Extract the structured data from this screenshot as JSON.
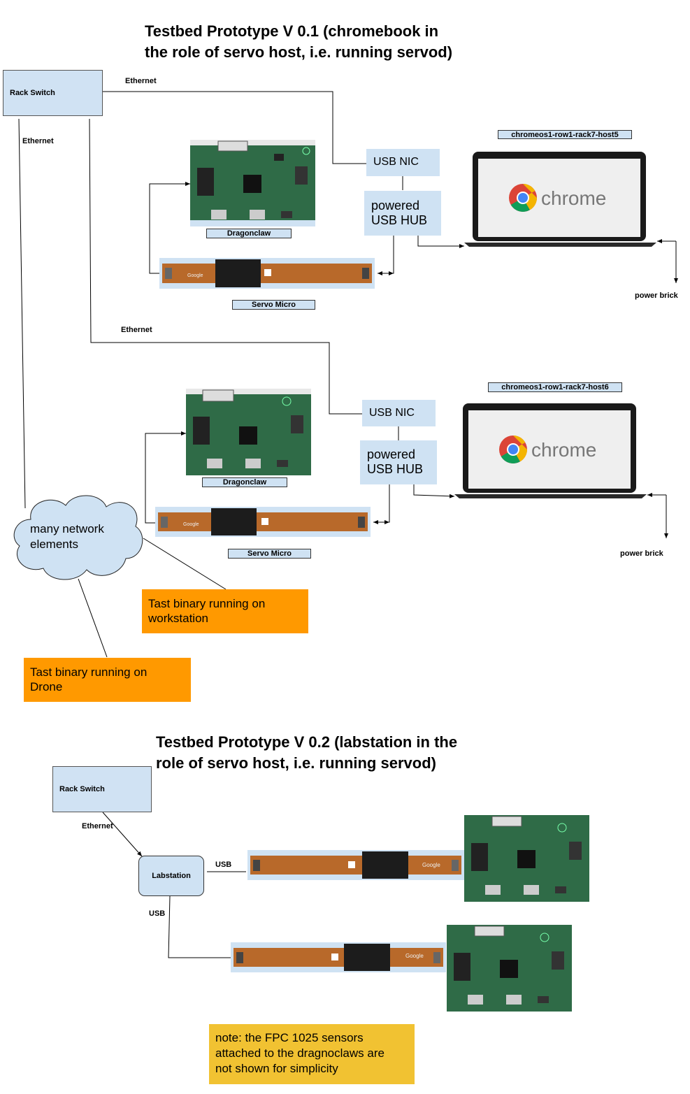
{
  "top": {
    "title": "Testbed Prototype V 0.1 (chromebook in\nthe role of servo host, i.e. running servod)",
    "rack_switch": "Rack Switch",
    "ethernet_labels": [
      "Ethernet",
      "Ethernet",
      "Ethernet"
    ],
    "host1": {
      "name": "chromeos1-row1-rack7-host5",
      "usb_nic": "USB NIC",
      "usb_hub": "powered\nUSB HUB",
      "dragonclaw": "Dragonclaw",
      "servo_micro": "Servo Micro",
      "power_brick": "power brick",
      "screen_text": "chrome"
    },
    "host2": {
      "name": "chromeos1-row1-rack7-host6",
      "usb_nic": "USB NIC",
      "usb_hub": "powered\nUSB HUB",
      "dragonclaw": "Dragonclaw",
      "servo_micro": "Servo Micro",
      "power_brick": "power brick",
      "screen_text": "chrome"
    },
    "cloud": "many network\nelements",
    "tast_workstation": "Tast binary running on\nworkstation",
    "tast_drone": "Tast binary running on\nDrone"
  },
  "bottom": {
    "title": "Testbed Prototype V 0.2 (labstation in the\nrole of servo host, i.e. running servod)",
    "rack_switch": "Rack Switch",
    "ethernet": "Ethernet",
    "labstation": "Labstation",
    "usb_labels": [
      "USB",
      "USB"
    ],
    "note": "note: the FPC 1025 sensors\nattached to the dragnoclaws are\nnot shown for simplicity"
  },
  "colors": {
    "box_blue": "#cfe2f3",
    "orange": "#ff9900",
    "note_yellow": "#f1c232",
    "pcb_green": "#2f6b47",
    "fpc_orange": "#b8692a"
  }
}
